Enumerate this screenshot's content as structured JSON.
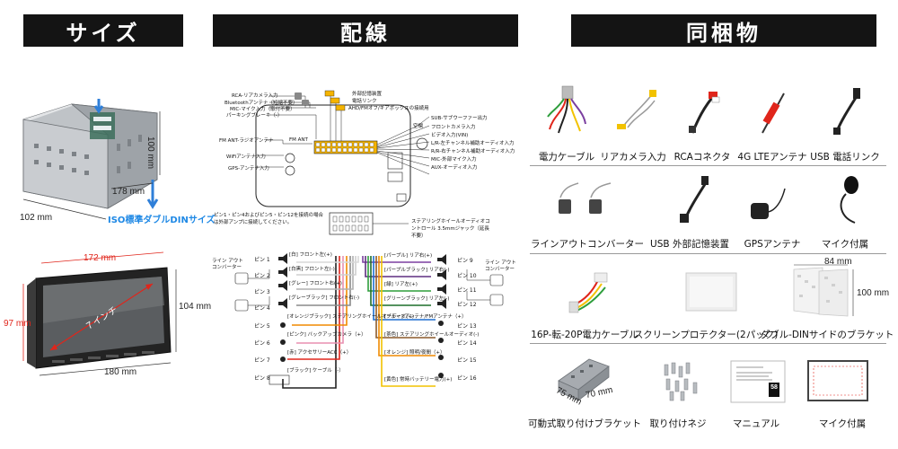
{
  "headers": {
    "size": "サイズ",
    "wiring": "配線",
    "contents": "同梱物"
  },
  "size": {
    "height_dim": "100 mm",
    "depth_dim": "178 mm",
    "width_dim": "102 mm",
    "iso_label": "ISO標準ダブルDINサイズ",
    "screen_width_dim": "172 mm",
    "screen_height_dim": "97 mm",
    "front_height_dim": "104 mm",
    "front_width_dim": "180 mm",
    "screen_diag": "７インチ"
  },
  "wiring": {
    "left_labels": [
      "RCA-リアカメラ入力",
      "Bluetoothアンテナ（短縮不要）",
      "MIC-マイク入力（取付不要）",
      "パーキングブレーキ（-）",
      "FM ANT-ラジオアンテナ",
      "WiFiアンテナ入力",
      "GPS-アンテナ入力"
    ],
    "top_labels": [
      "外部記憶装置",
      "電話リンク",
      "AHD/FMオフ/ギアボックスの接続用"
    ],
    "right_labels": [
      "空欄",
      "SUB-サブウーファー出力",
      "フロントカメラ入力",
      "ビデオ入力(VIN)",
      "L/R-左チャンネル補助オーディオ入力",
      "R/R-右チャンネル補助オーディオ入力",
      "MIC-外部マイク入力",
      "AUX-オーディオ入力"
    ],
    "fm_ant": "FM ANT",
    "note": "ピン1・ピン4およびピン5・ピン12を接続の場合は外部アンプに接続してください。",
    "steering_label": "ステアリングホイールオーディオコントロール 3.5mmジャック（延長不要）",
    "line_out_left": "ライン アウト コンバーター",
    "line_out_right": "ライン アウト コンバーター",
    "left_pins": [
      "ピン 1",
      "ピン 2",
      "ピン 3",
      "ピン 4",
      "ピン 5",
      "ピン 6",
      "ピン 7",
      "ピン 8"
    ],
    "right_pins": [
      "ピン 9",
      "ピン 10",
      "ピン 11",
      "ピン 12",
      "ピン 13",
      "ピン 14",
      "ピン 15",
      "ピン 16"
    ],
    "left_wire_labels": [
      "[白] フロント左(+)",
      "[白黒] フロント左(-)",
      "[グレー] フロント右(+)",
      "[グレーブラック] フロント右(-)",
      "[オレンジブラック] ステアリングホイールオーディオ(+)",
      "[ピンク] バックアップカメラ（+）",
      "[赤] アクセサリーACC（+）",
      "[ブラック] ケーブル（-）"
    ],
    "right_wire_labels": [
      "[パープル] リア右(+)",
      "[パープルブラック] リア右(-)",
      "[緑] リア左(+)",
      "[グリーンブラック] リア左(-)",
      "[ブルー] アンテナ/FMアンテナ（+）",
      "[茶色] ステアリングホイールオーディオ(-)",
      "[オレンジ] 照明/夜間（+）",
      "[黄色] 常時バッテリー電力(+)"
    ]
  },
  "contents": {
    "items": [
      {
        "name": "電力ケーブル",
        "icon": "power-cable-icon"
      },
      {
        "name": "リアカメラ入力",
        "icon": "rear-camera-cable-icon"
      },
      {
        "name": "RCAコネクタ",
        "icon": "rca-connector-icon"
      },
      {
        "name": "4G LTEアンテナ",
        "icon": "lte-antenna-icon"
      },
      {
        "name": "USB 電話リンク",
        "icon": "usb-cable-icon"
      },
      {
        "name": "ラインアウトコンバーター",
        "icon": "line-out-converter-icon"
      },
      {
        "name": "USB 外部記憶装置",
        "icon": "usb-storage-cable-icon"
      },
      {
        "name": "GPSアンテナ",
        "icon": "gps-antenna-icon"
      },
      {
        "name": "マイク付属",
        "icon": "microphone-icon"
      },
      {
        "name": "16P-転-20P電力ケーブル",
        "icon": "adapter-cable-icon"
      },
      {
        "name": "スクリーンプロテクター(2パック)",
        "icon": "screen-protector-icon"
      },
      {
        "name": "ダブル-DINサイドのブラケット",
        "icon": "side-bracket-icon"
      },
      {
        "name": "可動式取り付けブラケット",
        "icon": "mount-bracket-icon"
      },
      {
        "name": "取り付けネジ",
        "icon": "screws-icon"
      },
      {
        "name": "マニュアル",
        "icon": "manual-icon"
      },
      {
        "name": "マイク付属",
        "icon": "frame-icon"
      }
    ],
    "bracket_dim_w": "84 mm",
    "bracket_dim_h": "100 mm",
    "mount_dim_a": "75 mm",
    "mount_dim_b": "70 mm",
    "manual_badge": "58"
  }
}
